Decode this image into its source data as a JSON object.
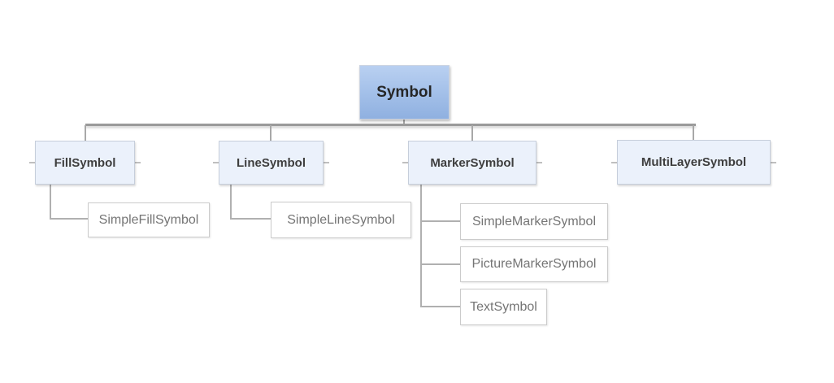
{
  "diagram": {
    "root": {
      "label": "Symbol"
    },
    "branches": [
      {
        "label": "FillSymbol",
        "children": [
          {
            "label": "SimpleFillSymbol"
          }
        ]
      },
      {
        "label": "LineSymbol",
        "children": [
          {
            "label": "SimpleLineSymbol"
          }
        ]
      },
      {
        "label": "MarkerSymbol",
        "children": [
          {
            "label": "SimpleMarkerSymbol"
          },
          {
            "label": "PictureMarkerSymbol"
          },
          {
            "label": "TextSymbol"
          }
        ]
      },
      {
        "label": "MultiLayerSymbol",
        "children": []
      }
    ],
    "colors": {
      "root_fill_top": "#b9d0f1",
      "root_fill_bottom": "#8fb0e0",
      "root_border": "#ccd4e2",
      "root_text": "#262626",
      "branch_fill": "#ebf1fb",
      "branch_border": "#c6cedb",
      "branch_text": "#3e3e3e",
      "leaf_fill": "#ffffff",
      "leaf_border": "#cbcbcb",
      "leaf_text": "#757575",
      "connector": "#a8a8a8"
    }
  }
}
